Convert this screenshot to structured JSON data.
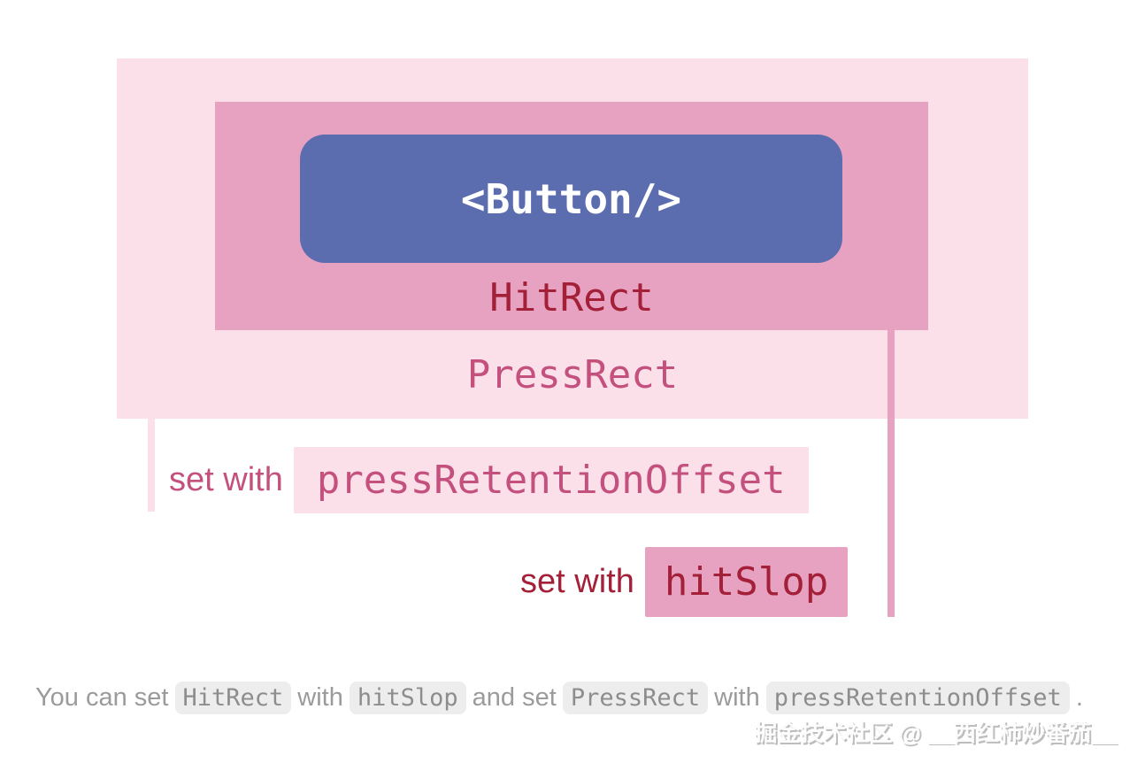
{
  "colors": {
    "press_rect": "#fbdfe9",
    "hit_rect": "#e7a2c2",
    "button_bg": "#5b6dae",
    "button_text": "#ffffff",
    "hit_text": "#a32038",
    "press_text": "#c4507e",
    "caption_text": "#9b9b9b",
    "caption_code_text": "#8d8d8d",
    "caption_code_bg": "#ededed"
  },
  "diagram": {
    "button_label": "<Button/>",
    "hit_rect_label": "HitRect",
    "press_rect_label": "PressRect",
    "press_annotation": {
      "prefix": "set with",
      "code": "pressRetentionOffset"
    },
    "hit_annotation": {
      "prefix": "set with",
      "code": "hitSlop"
    }
  },
  "caption": {
    "part1": "You can set",
    "code1": "HitRect",
    "part2": "with",
    "code2": "hitSlop",
    "part3": "and set",
    "code3": "PressRect",
    "part4": "with",
    "code4": "pressRetentionOffset",
    "part5": "."
  },
  "watermark": "掘金技术社区 @ __西红柿炒番茄__"
}
